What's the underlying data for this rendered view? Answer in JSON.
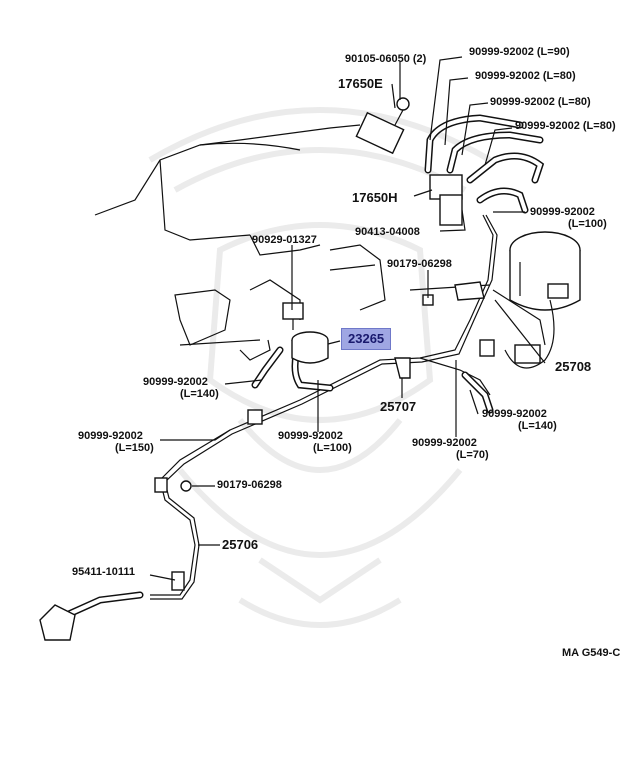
{
  "diagram_code": "MA G549-C",
  "highlight_part": "23265",
  "labels": {
    "p90105": "90105-06050 (2)",
    "p17650e": "17650E",
    "h90_1": "90999-92002 (L=90)",
    "h80_1": "90999-92002 (L=80)",
    "h80_2": "90999-92002 (L=80)",
    "h80_3": "90999-92002 (L=80)",
    "p17650h": "17650H",
    "h100_top_a": "90999-92002",
    "h100_top_b": "(L=100)",
    "p90413": "90413-04008",
    "p90929": "90929-01327",
    "p90179_a": "90179-06298",
    "p23265": "23265",
    "p25708": "25708",
    "h140_left_a": "90999-92002",
    "h140_left_b": "(L=140)",
    "p25707": "25707",
    "h140_right_a": "90999-92002",
    "h140_right_b": "(L=140)",
    "h150_a": "90999-92002",
    "h150_b": "(L=150)",
    "h100_mid_a": "90999-92002",
    "h100_mid_b": "(L=100)",
    "h70_a": "90999-92002",
    "h70_b": "(L=70)",
    "p90179_b": "90179-06298",
    "p25706": "25706",
    "p95411": "95411-10111"
  }
}
